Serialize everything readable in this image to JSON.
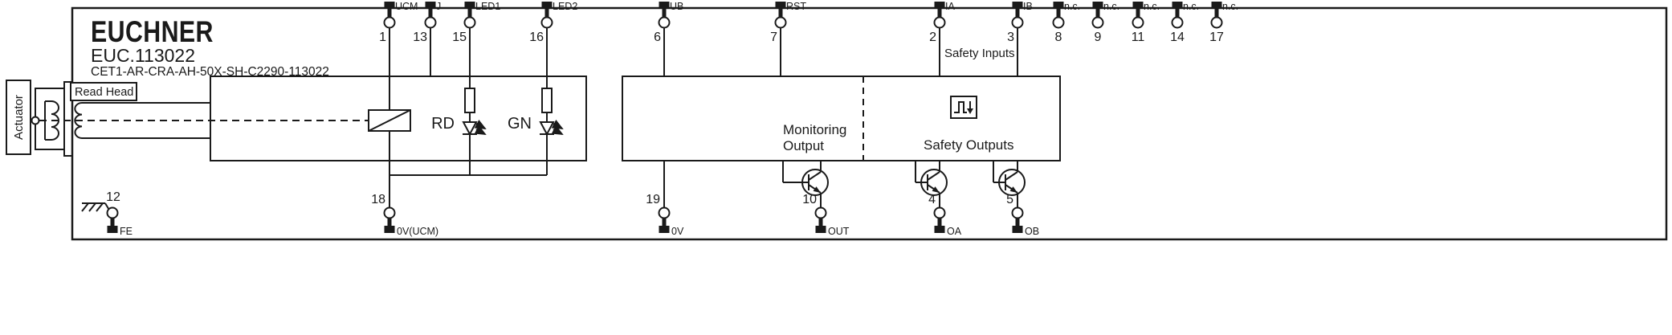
{
  "header": {
    "brand": "EUCHNER",
    "model": "EUC.113022",
    "part_number": "CET1-AR-CRA-AH-50X-SH-C2290-113022"
  },
  "labels": {
    "actuator": "Actuator",
    "read_head": "Read Head",
    "led1_color": "RD",
    "led2_color": "GN",
    "monitoring_output_line1": "Monitoring",
    "monitoring_output_line2": "Output",
    "safety_outputs": "Safety Outputs",
    "safety_inputs": "Safety Inputs"
  },
  "top_pins": [
    {
      "label": "UCM",
      "number": "1"
    },
    {
      "label": "J",
      "number": "13"
    },
    {
      "label": "LED1",
      "number": "15"
    },
    {
      "label": "LED2",
      "number": "16"
    },
    {
      "label": "UB",
      "number": "6"
    },
    {
      "label": "RST",
      "number": "7"
    },
    {
      "label": "IA",
      "number": "2"
    },
    {
      "label": "IB",
      "number": "3"
    },
    {
      "label": "n.c.",
      "number": "8"
    },
    {
      "label": "n.c.",
      "number": "9"
    },
    {
      "label": "n.c.",
      "number": "11"
    },
    {
      "label": "n.c.",
      "number": "14"
    },
    {
      "label": "n.c.",
      "number": "17"
    }
  ],
  "bottom_pins": [
    {
      "number": "12",
      "label": "FE"
    },
    {
      "number": "18",
      "label": "0V(UCM)"
    },
    {
      "number": "19",
      "label": "0V"
    },
    {
      "number": "10",
      "label": "OUT"
    },
    {
      "number": "4",
      "label": "OA"
    },
    {
      "number": "5",
      "label": "OB"
    }
  ],
  "colors": {
    "line": "#1a1a1a",
    "background": "#ffffff"
  }
}
